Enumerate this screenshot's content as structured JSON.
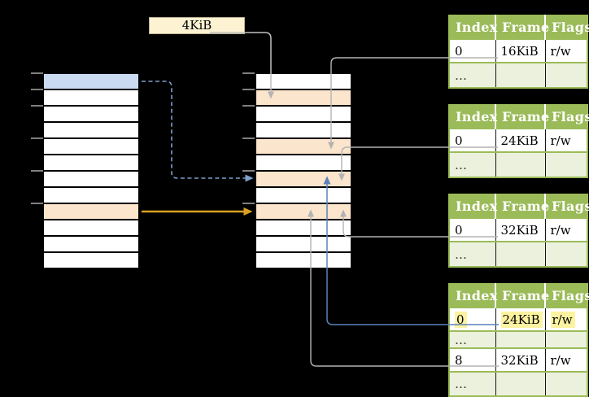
{
  "frame_size_box": {
    "label": "4KiB"
  },
  "virtual_memory": {
    "row_count": 12,
    "blue_rows": [
      0
    ],
    "orange_rows": [
      8
    ]
  },
  "physical_memory": {
    "row_count": 12,
    "orange_rows": [
      1,
      4,
      6,
      8
    ]
  },
  "page_tables": [
    {
      "headers": [
        "Index",
        "Frame",
        "Flags"
      ],
      "rows": [
        {
          "cells": [
            "0",
            "16KiB",
            "r/w"
          ],
          "shaded": false,
          "highlight": false
        },
        {
          "cells": [
            "…",
            "",
            ""
          ],
          "shaded": true,
          "highlight": false
        }
      ]
    },
    {
      "headers": [
        "Index",
        "Frame",
        "Flags"
      ],
      "rows": [
        {
          "cells": [
            "0",
            "24KiB",
            "r/w"
          ],
          "shaded": false,
          "highlight": false
        },
        {
          "cells": [
            "…",
            "",
            ""
          ],
          "shaded": true,
          "highlight": false
        }
      ]
    },
    {
      "headers": [
        "Index",
        "Frame",
        "Flags"
      ],
      "rows": [
        {
          "cells": [
            "0",
            "32KiB",
            "r/w"
          ],
          "shaded": false,
          "highlight": false
        },
        {
          "cells": [
            "…",
            "",
            ""
          ],
          "shaded": true,
          "highlight": false
        }
      ]
    },
    {
      "headers": [
        "Index",
        "Frame",
        "Flags"
      ],
      "rows": [
        {
          "cells": [
            "0",
            "24KiB",
            "r/w"
          ],
          "shaded": false,
          "highlight": true
        },
        {
          "cells": [
            "…",
            "",
            ""
          ],
          "shaded": true,
          "highlight": false
        },
        {
          "cells": [
            "8",
            "32KiB",
            "r/w"
          ],
          "shaded": false,
          "highlight": false
        },
        {
          "cells": [
            "…",
            "",
            ""
          ],
          "shaded": true,
          "highlight": false
        }
      ]
    }
  ],
  "colors": {
    "background": "#000000",
    "header_green": "#9bbb59",
    "shaded_row_green": "#ebf1dd",
    "frame_orange": "#fce5cd",
    "page_blue": "#c9daf1",
    "highlight_yellow": "#fbf3a0",
    "arrow_gray": "#b3b3b3",
    "arrow_blue": "#5b82b8",
    "arrow_dashed_blue": "#7da0cd",
    "arrow_orange": "#d9a021"
  }
}
